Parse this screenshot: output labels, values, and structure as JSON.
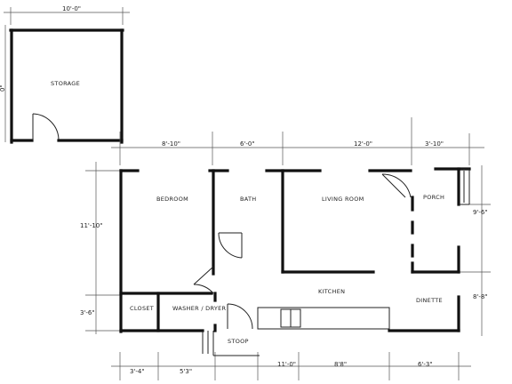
{
  "plan": {
    "rooms": {
      "storage": "STORAGE",
      "bedroom": "BEDROOM",
      "bath": "BATH",
      "living_room": "LIVING ROOM",
      "porch": "PORCH",
      "kitchen": "KITCHEN",
      "dinette": "DINETTE",
      "closet": "CLOSET",
      "washer_dryer": "WASHER / DRYER",
      "stoop": "STOOP"
    },
    "dimensions": {
      "storage_width": "10'-0\"",
      "storage_depth": "0\"",
      "top_bedroom": "8'-10\"",
      "top_bath": "6'-0\"",
      "top_living": "12'-0\"",
      "top_porch": "3'-10\"",
      "left_upper": "11'-10\"",
      "left_lower": "3'-6\"",
      "right_porch": "9'-6\"",
      "right_dinette": "8'-8\"",
      "bottom_closet": "3'-4\"",
      "bottom_washer": "5'3\"",
      "bottom_kitchen": "11'-0\"",
      "bottom_living": "8'8\"",
      "bottom_dinette": "6'-3\""
    }
  }
}
